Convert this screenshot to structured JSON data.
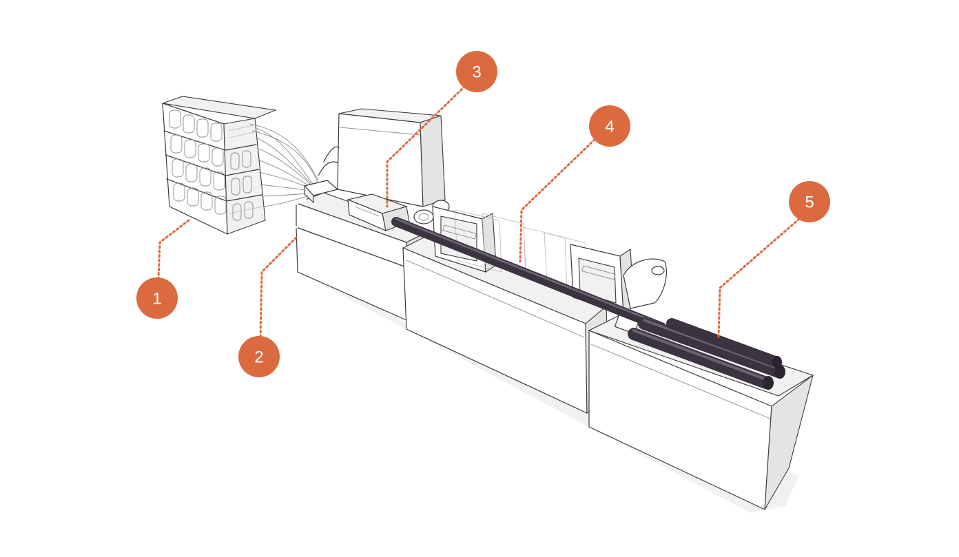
{
  "colors": {
    "accent": "#dc6a3f",
    "sketch": "#3a3a3a",
    "pipe": "#3b3440",
    "background": "#ffffff"
  },
  "callouts": [
    {
      "id": "1",
      "label": "1"
    },
    {
      "id": "2",
      "label": "2"
    },
    {
      "id": "3",
      "label": "3"
    },
    {
      "id": "4",
      "label": "4"
    },
    {
      "id": "5",
      "label": "5"
    }
  ]
}
